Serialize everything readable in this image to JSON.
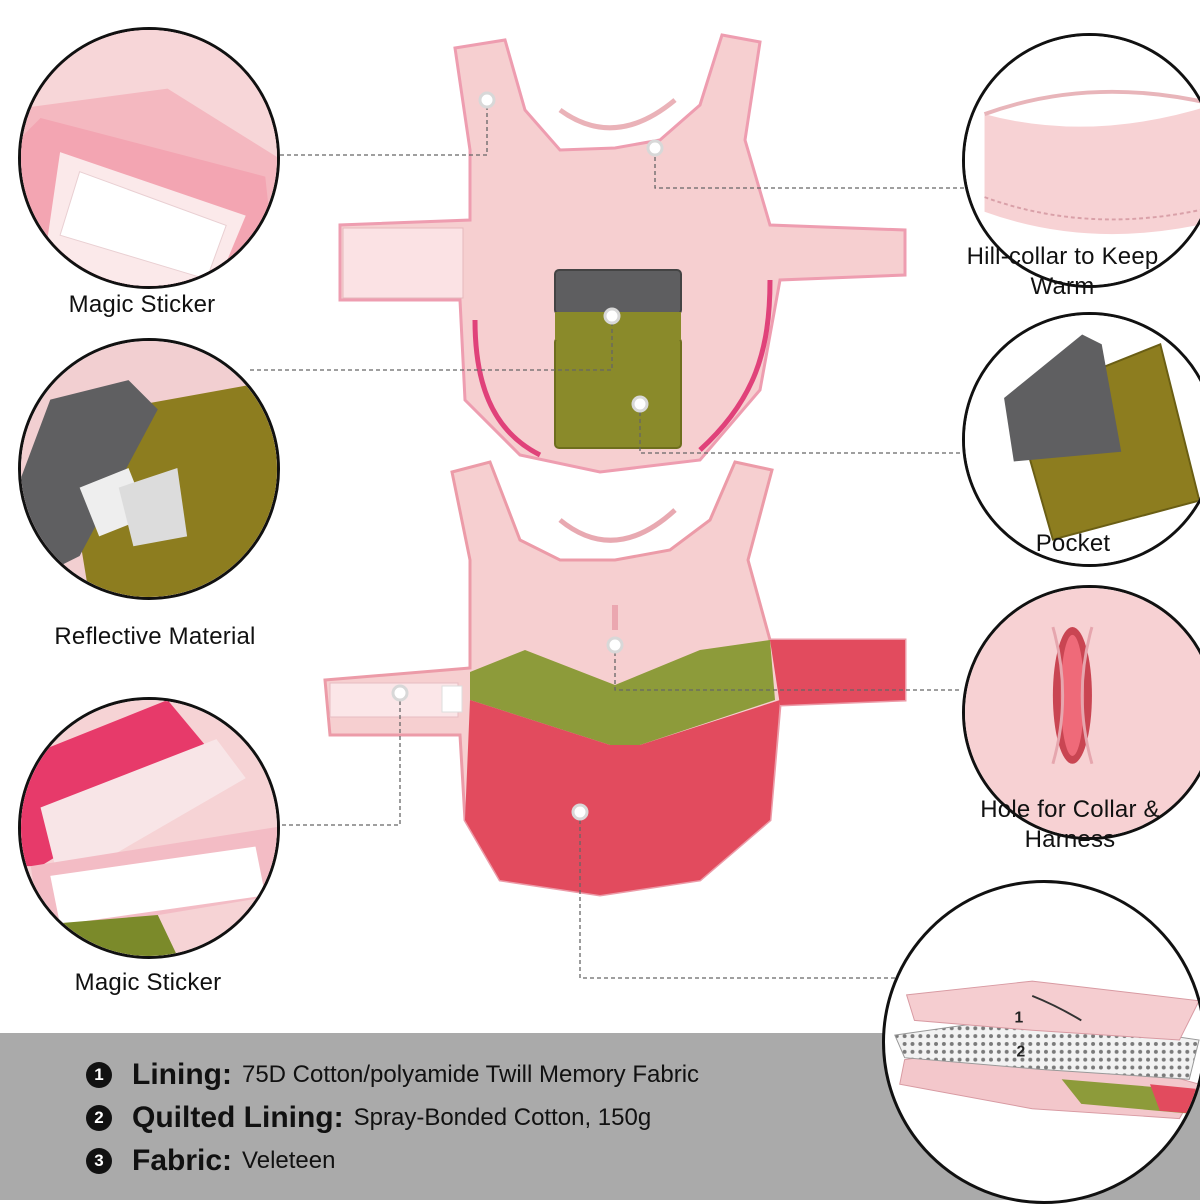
{
  "callouts": {
    "magic_sticker_top": "Magic Sticker",
    "reflective_material": "Reflective Material",
    "magic_sticker_bottom": "Magic Sticker",
    "hill_collar": "Hill-collar to Keep Warm",
    "pocket": "Pocket",
    "hole_collar": "Hole for Collar & Harness"
  },
  "specs": [
    {
      "number": "1",
      "key": "Lining:",
      "value": "75D Cotton/polyamide Twill Memory Fabric"
    },
    {
      "number": "2",
      "key": "Quilted Lining:",
      "value": "Spray-Bonded Cotton, 150g"
    },
    {
      "number": "3",
      "key": "Fabric:",
      "value": "Veleteen"
    }
  ],
  "layer_numbers": [
    "1",
    "2"
  ],
  "colors": {
    "coat_pink": "#f6cfd0",
    "fleece_red": "#e24b5e",
    "olive": "#8a8a2a",
    "grey_flap": "#5e5e60",
    "banner": "#aaaaaa"
  }
}
